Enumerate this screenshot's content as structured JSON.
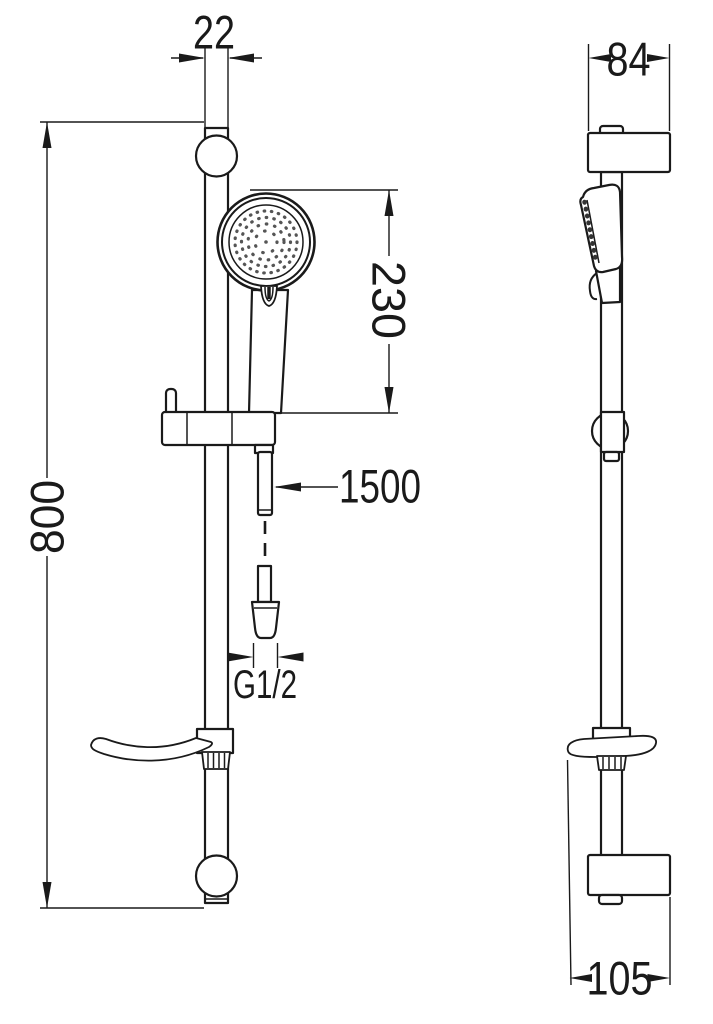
{
  "drawing": {
    "type": "technical-dimension-drawing",
    "subject": "shower slide bar set with hand shower, front and side views",
    "colors": {
      "line": "#1a1a1a",
      "nozzle_dots": "#555555",
      "background": "#ffffff"
    },
    "dimensions": {
      "rail_width": "22",
      "bar_length": "800",
      "handshower_length": "230",
      "hose_length": "1500",
      "hose_thread": "G1/2",
      "wall_bracket_width": "84",
      "holder_depth": "105"
    }
  }
}
